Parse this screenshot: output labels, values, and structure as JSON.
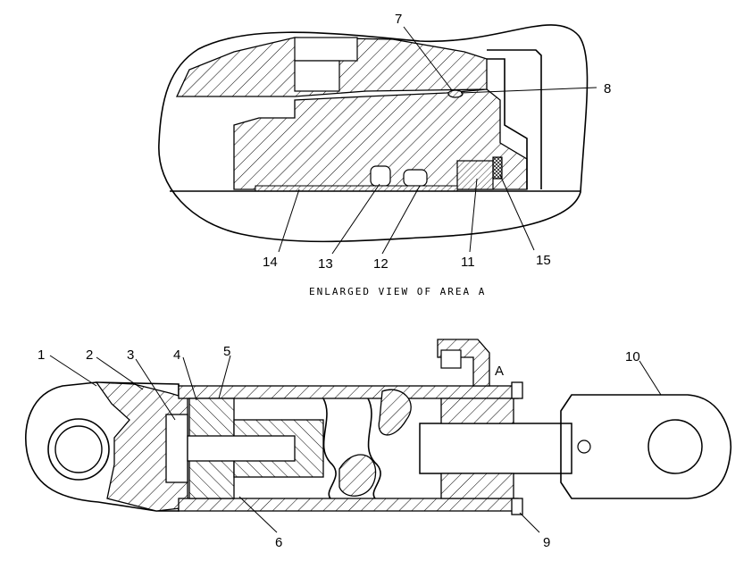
{
  "caption": "ENLARGED VIEW OF AREA A",
  "area_marker": "A",
  "callouts": {
    "c1": "1",
    "c2": "2",
    "c3": "3",
    "c4": "4",
    "c5": "5",
    "c6": "6",
    "c7": "7",
    "c8": "8",
    "c9": "9",
    "c10": "10",
    "c11": "11",
    "c12": "12",
    "c13": "13",
    "c14": "14",
    "c15": "15"
  }
}
